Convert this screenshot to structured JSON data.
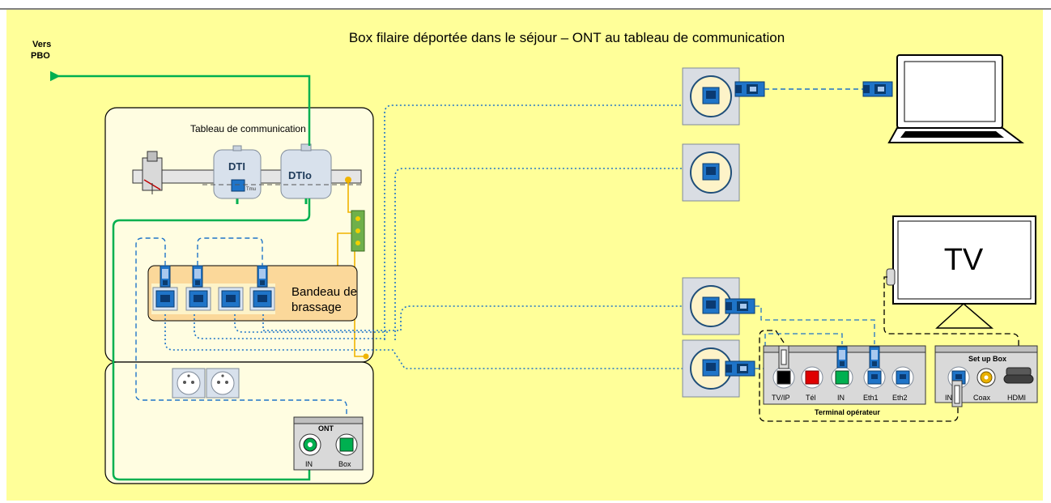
{
  "title": "Box filaire déportée dans le séjour – ONT au tableau de communication",
  "vers_pbo": [
    "Vers",
    "PBO"
  ],
  "tableau_label": "Tableau de communication",
  "dti_label": "DTI",
  "dtio_label": "DTIo",
  "dti_small": "Tmu",
  "bandeau_label": [
    "Bandeau de",
    "brassage"
  ],
  "ont": {
    "title": "ONT",
    "port_in": "IN",
    "port_box": "Box"
  },
  "tv_label": "TV",
  "terminal": {
    "title": "Terminal opérateur",
    "ports": [
      "TV/IP",
      "Tél",
      "IN",
      "Eth1",
      "Eth2"
    ]
  },
  "setup_box": {
    "title": "Set up Box",
    "ports": [
      "IN",
      "Coax",
      "HDMI"
    ]
  },
  "colors": {
    "background": "#ffff99",
    "fiber": "#00b050",
    "network": "#0070c0",
    "coax": "#f0b400",
    "frame": "#000000"
  },
  "icons": [
    "arrow-left-icon",
    "laptop-icon",
    "tv-icon",
    "rj45-wall-socket-icon",
    "rj45-plug-icon",
    "power-outlet-icon",
    "coax-connector-icon",
    "hdmi-port-icon",
    "ground-bar-icon"
  ]
}
